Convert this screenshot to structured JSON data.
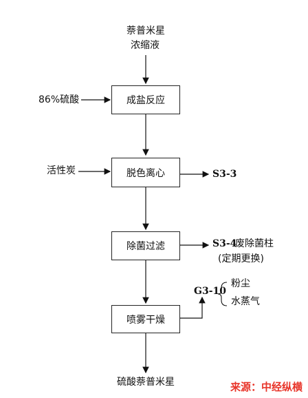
{
  "feed": {
    "line1": "萘普米星",
    "line2": "浓缩液"
  },
  "inputs": {
    "acid": "86%硫酸",
    "carbon": "活性炭"
  },
  "steps": [
    {
      "label": "成盐反应"
    },
    {
      "label": "脱色离心"
    },
    {
      "label": "除菌过滤"
    },
    {
      "label": "喷雾干燥"
    }
  ],
  "outputs": {
    "s3_3": "S3-3",
    "s3_4_code": "S3-4",
    "s3_4_desc": "废除菌柱",
    "s3_4_note": "(定期更换)",
    "g3_10_code": "G3-10",
    "g3_10_items": [
      "粉尘",
      "水蒸气"
    ]
  },
  "product": "硫酸萘普米星",
  "source": "来源：中经纵横"
}
